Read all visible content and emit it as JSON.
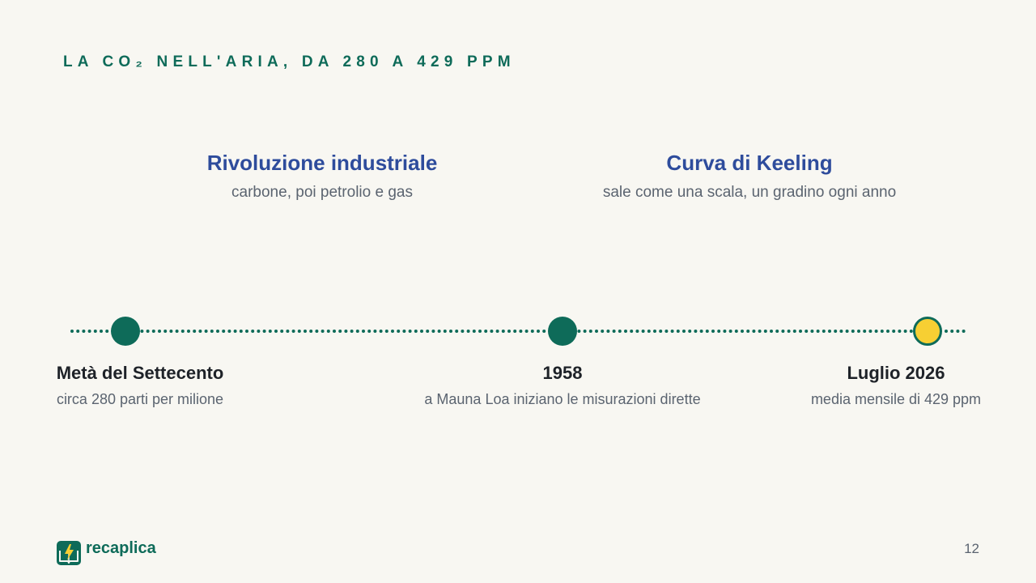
{
  "slide": {
    "title": "LA CO₂ NELL'ARIA, DA 280 A 429 PPM",
    "page_number": "12"
  },
  "top_events": [
    {
      "title": "Rivoluzione industriale",
      "subtitle": "carbone, poi petrolio e gas"
    },
    {
      "title": "Curva di Keeling",
      "subtitle": "sale come una scala, un gradino ogni anno"
    }
  ],
  "milestones": [
    {
      "title": "Metà del Settecento",
      "subtitle": "circa 280 parti per milione",
      "highlight": false
    },
    {
      "title": "1958",
      "subtitle": "a Mauna Loa iniziano le misurazioni dirette",
      "highlight": false
    },
    {
      "title": "Luglio 2026",
      "subtitle": "media mensile di 429 ppm",
      "highlight": true
    }
  ],
  "brand": {
    "name": "recaplica",
    "icon": "lightning-book-icon"
  },
  "colors": {
    "background": "#f8f7f2",
    "primary": "#0e6b59",
    "event_blue": "#2e4c9c",
    "highlight": "#f7cf33",
    "text_dark": "#1e2228",
    "text_muted": "#5b6470"
  }
}
